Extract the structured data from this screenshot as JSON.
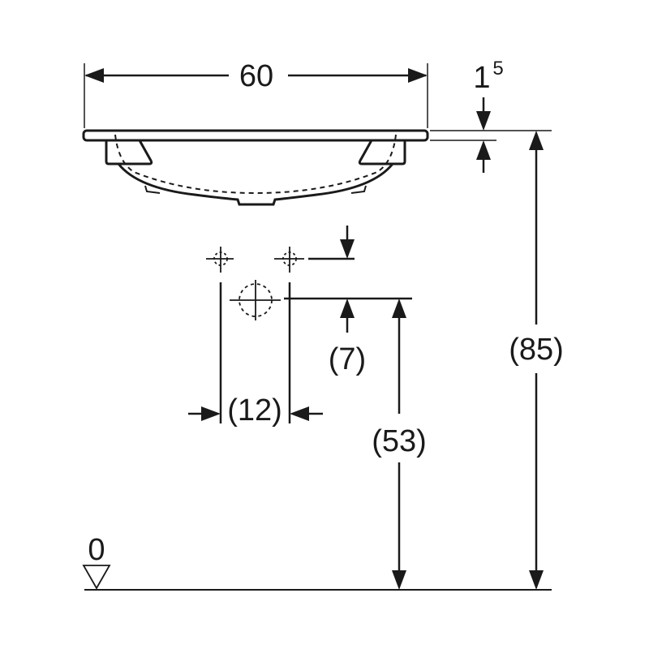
{
  "drawing": {
    "width_label": "60",
    "rim_thickness_label": "1",
    "rim_thickness_sup": "5",
    "total_height_label": "(85)",
    "drain_height_label": "(53)",
    "tap_offset_label": "(7)",
    "tap_spacing_label": "(12)",
    "floor_label": "0"
  },
  "colors": {
    "line": "#1a1a1a",
    "background": "#ffffff"
  }
}
